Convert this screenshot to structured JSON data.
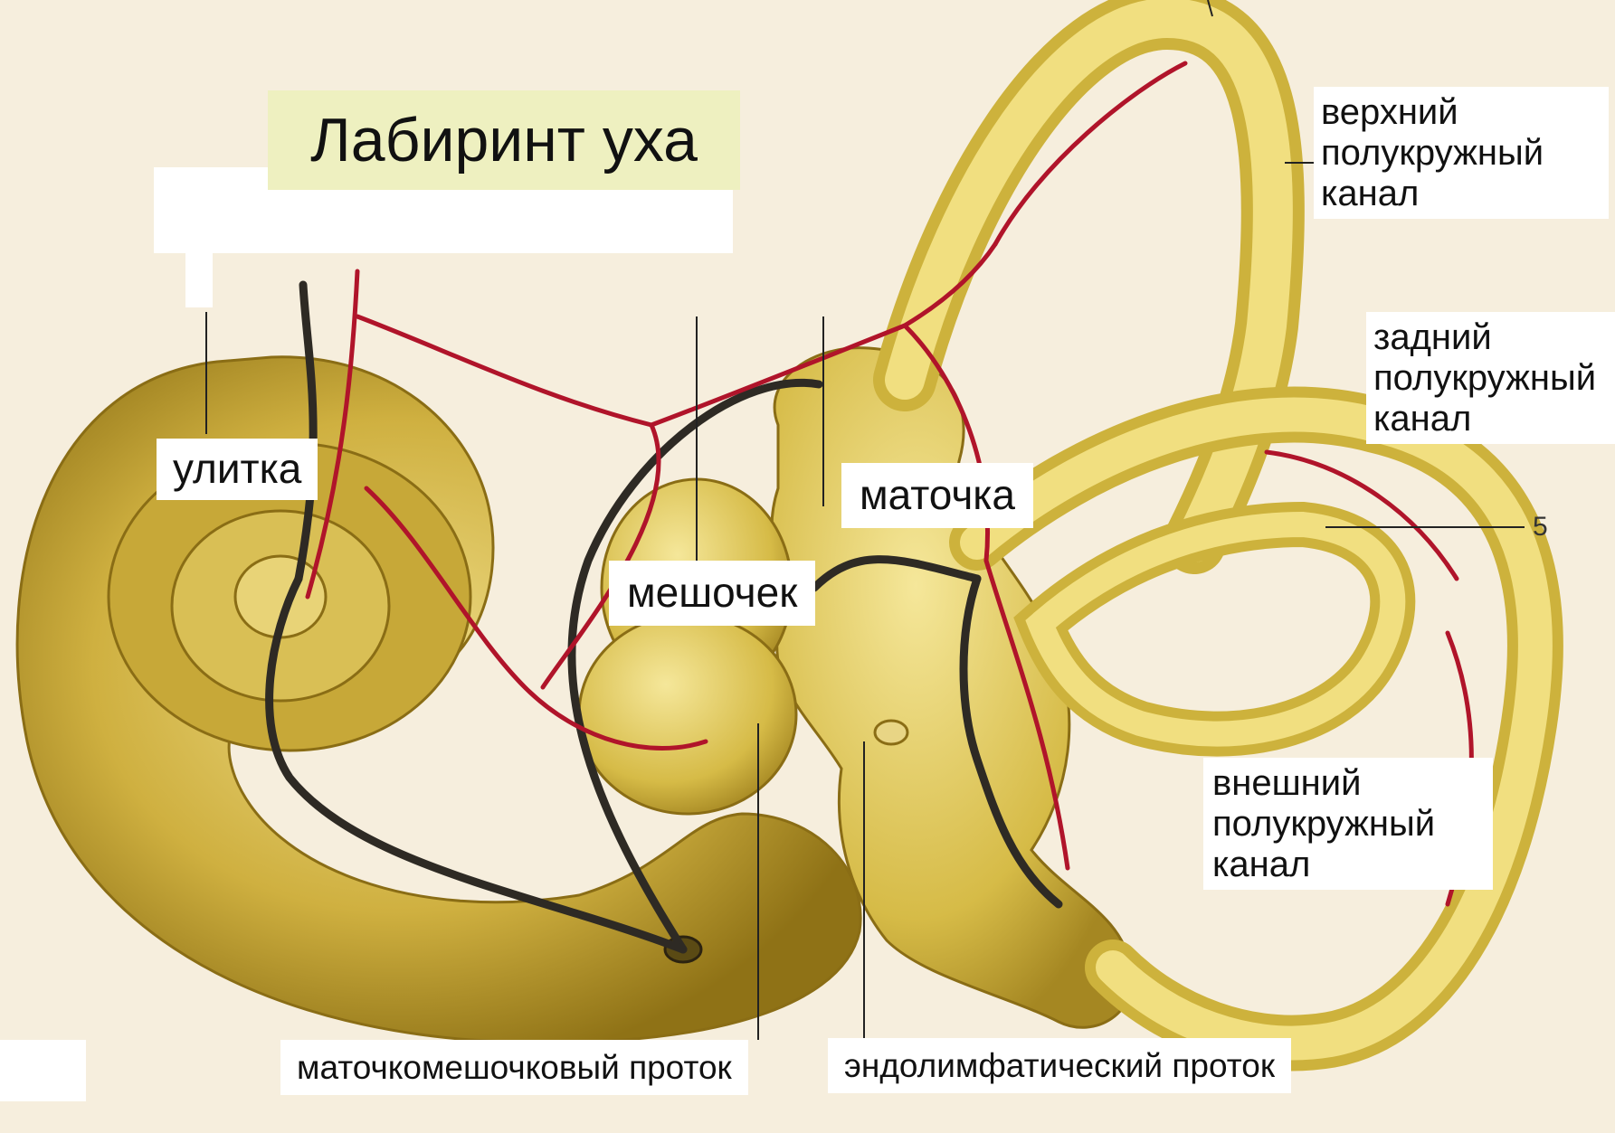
{
  "title": "Лабиринт уха",
  "labels": {
    "cochlea": "улитка",
    "saccule": "мешочек",
    "utricle": "маточка",
    "superior_canal": [
      "верхний",
      "полукружный",
      "канал"
    ],
    "posterior_canal": [
      "задний",
      "полукружный",
      "канал"
    ],
    "lateral_canal": [
      "внешний",
      "полукружный",
      "канал"
    ],
    "utriculosaccular_duct": "маточкомешочковый проток",
    "endolymphatic_duct": "эндолимфатический проток",
    "number_5": "5"
  },
  "colors": {
    "bone": "#d8c24a",
    "bone_dark": "#a88a1e",
    "artery": "#b0142a",
    "vein": "#2e2a24",
    "background": "#f6eedd",
    "title_bg": "#eef0c0"
  }
}
